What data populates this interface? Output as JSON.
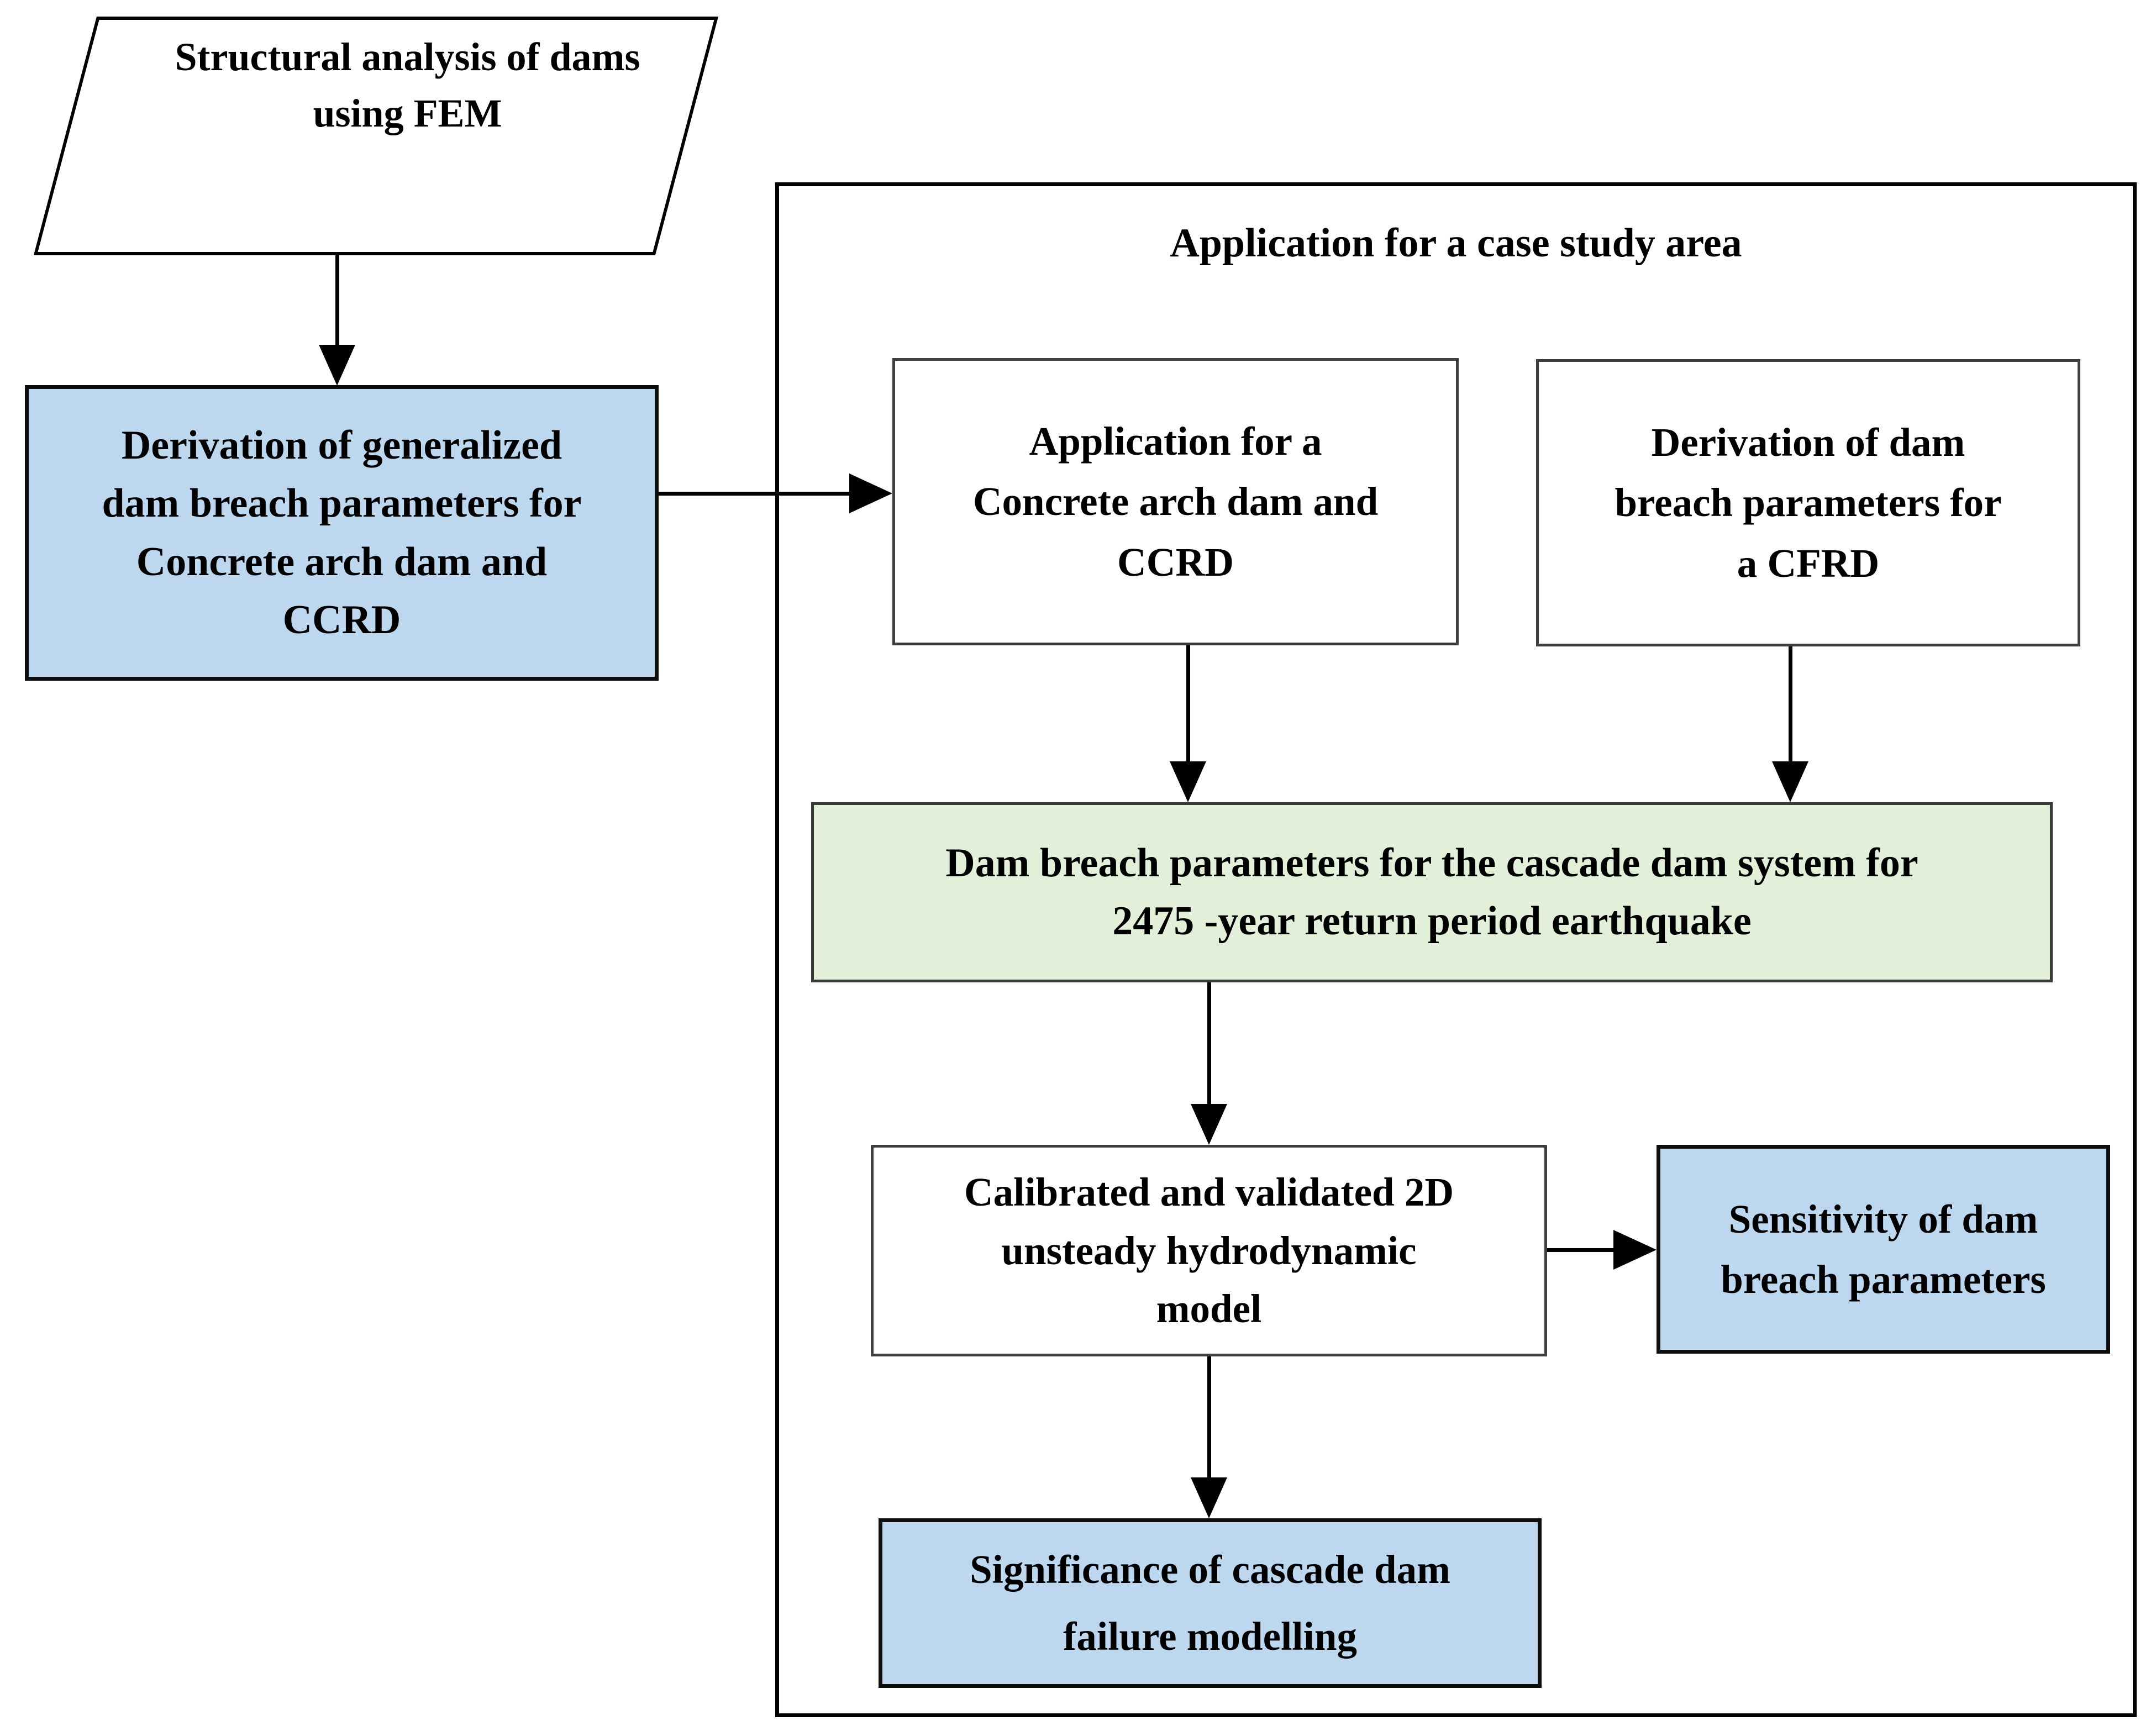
{
  "colors": {
    "blue_fill": "#BDD7EE",
    "green_fill": "#E2EFD9",
    "line": "#000000"
  },
  "nodes": {
    "fem": {
      "label": "Structural analysis of dams\nusing FEM"
    },
    "derivation": {
      "label": "Derivation of generalized\ndam breach parameters for\nConcrete arch dam and\nCCRD"
    },
    "case_study": {
      "title": "Application for a case study area"
    },
    "application": {
      "label": "Application for a\nConcrete arch dam and\nCCRD"
    },
    "cfrd": {
      "label": "Derivation of dam\nbreach parameters for\na CFRD"
    },
    "breach_params": {
      "label": "Dam breach parameters for the cascade dam system for\n2475 -year return period earthquake"
    },
    "hydro_model": {
      "label": "Calibrated and validated 2D\nunsteady hydrodynamic\nmodel"
    },
    "sensitivity": {
      "label": "Sensitivity of dam\nbreach parameters"
    },
    "significance": {
      "label": "Significance of cascade dam\nfailure modelling"
    }
  }
}
